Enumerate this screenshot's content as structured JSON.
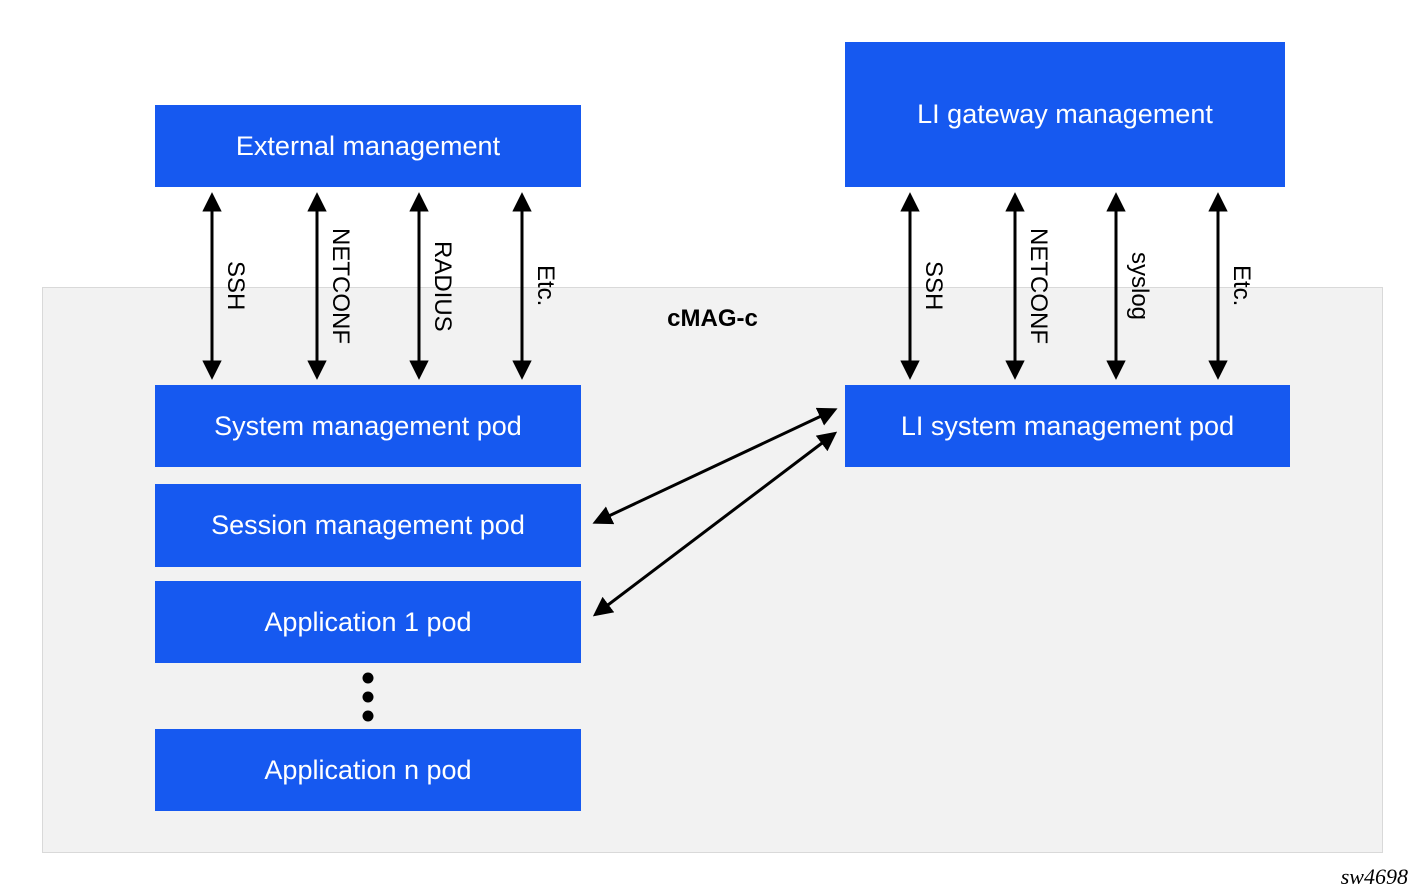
{
  "diagram": {
    "container_label": "cMAG-c",
    "watermark": "sw4698",
    "boxes": {
      "external_management": "External management",
      "li_gateway_management": "LI gateway management",
      "system_management_pod": "System management pod",
      "session_management_pod": "Session management pod",
      "application_1_pod": "Application 1 pod",
      "application_n_pod": "Application n pod",
      "li_system_management_pod": "LI system management pod"
    },
    "left_links": [
      "SSH",
      "NETCONF",
      "RADIUS",
      "Etc."
    ],
    "right_links": [
      "SSH",
      "NETCONF",
      "syslog",
      "Etc."
    ],
    "colors": {
      "box_blue": "#1659f0",
      "container_fill": "#f2f2f2",
      "container_border": "#d9d9d9",
      "arrow": "#000000"
    }
  }
}
